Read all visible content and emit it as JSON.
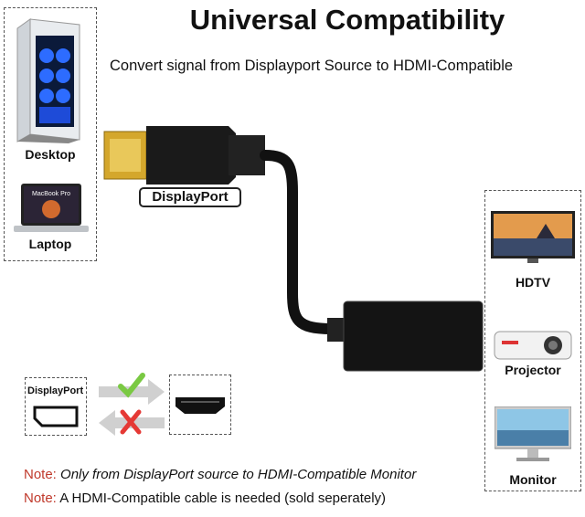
{
  "title": "Universal Compatibility",
  "subtitle": "Convert signal from Displayport Source to HDMI-Compatible",
  "left_devices": [
    {
      "label": "Desktop",
      "icon": "desktop-tower-icon"
    },
    {
      "label": "Laptop",
      "icon": "laptop-icon",
      "screen_text": "MacBook Pro"
    }
  ],
  "right_devices": [
    {
      "label": "HDTV",
      "icon": "hdtv-icon"
    },
    {
      "label": "Projector",
      "icon": "projector-icon"
    },
    {
      "label": "Monitor",
      "icon": "monitor-icon"
    }
  ],
  "cable_label": "DisplayPort",
  "diagram": {
    "source_label": "DisplayPort",
    "forward_mark": "check",
    "reverse_mark": "cross"
  },
  "notes": [
    {
      "prefix": "Note:",
      "text": "Only from DisplayPort source to HDMI-Compatible Monitor"
    },
    {
      "prefix": "Note:",
      "text_a": "A HDMI-Compatible cable is needed (sold seperately)"
    }
  ],
  "colors": {
    "note_red": "#c0392b",
    "check_green": "#7ac943",
    "cross_red": "#e53935",
    "connector_gold": "#d4a72c"
  }
}
